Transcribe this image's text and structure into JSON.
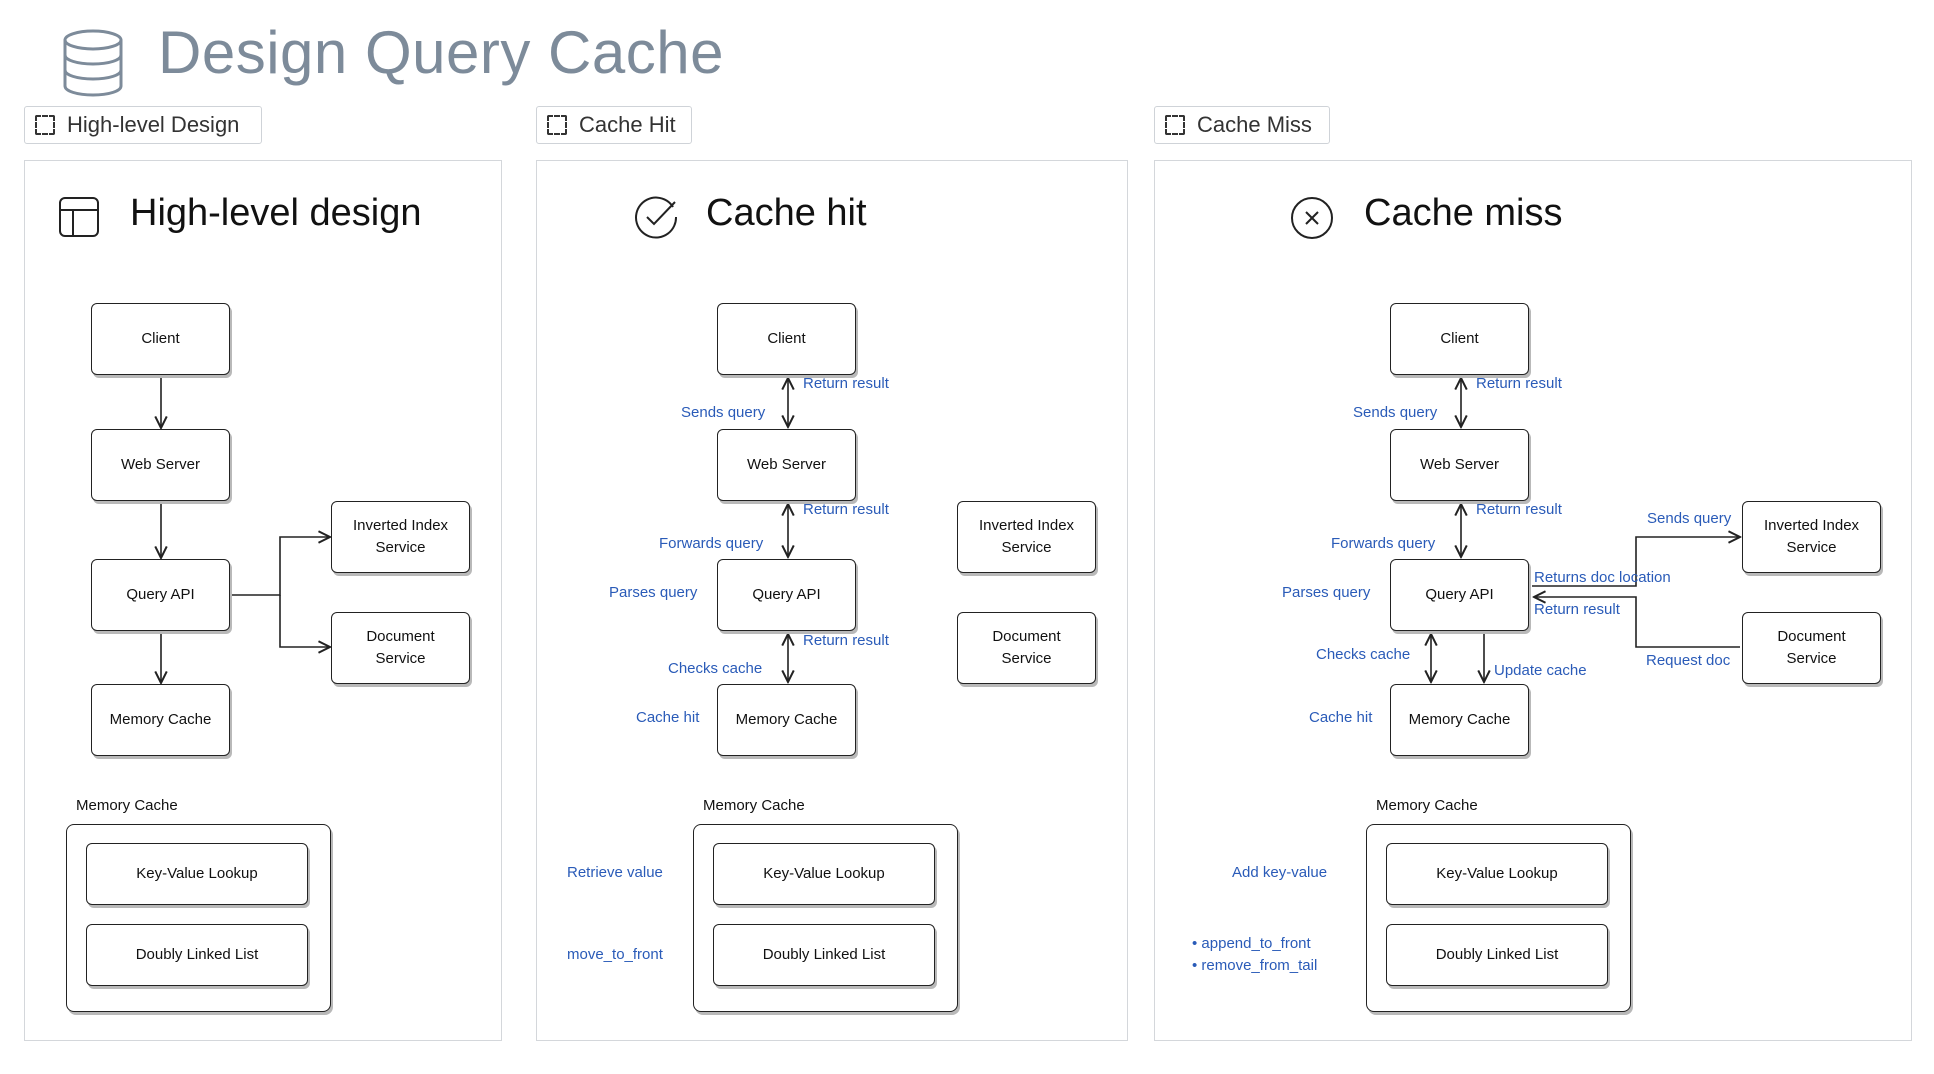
{
  "page": {
    "title": "Design Query Cache",
    "title_icon": "database-icon"
  },
  "frames": [
    {
      "label": "High-level Design"
    },
    {
      "label": "Cache Hit"
    },
    {
      "label": "Cache Miss"
    }
  ],
  "panels": {
    "high_level": {
      "title": "High-level design",
      "icon": "layout-icon",
      "nodes": {
        "client": "Client",
        "web_server": "Web Server",
        "query_api": "Query API",
        "memory_cache": "Memory Cache",
        "inverted_index_line1": "Inverted Index",
        "inverted_index_line2": "Service",
        "document_line1": "Document",
        "document_line2": "Service"
      },
      "memory_cache_section": {
        "label": "Memory Cache",
        "kv": "Key-Value Lookup",
        "dll": "Doubly Linked List"
      }
    },
    "cache_hit": {
      "title": "Cache hit",
      "icon": "check-circle-icon",
      "nodes": {
        "client": "Client",
        "web_server": "Web Server",
        "query_api": "Query API",
        "memory_cache": "Memory Cache",
        "inverted_index_line1": "Inverted Index",
        "inverted_index_line2": "Service",
        "document_line1": "Document",
        "document_line2": "Service"
      },
      "labels": {
        "return_result_1": "Return result",
        "sends_query": "Sends query",
        "return_result_2": "Return result",
        "forwards_query": "Forwards query",
        "parses_query": "Parses query",
        "return_result_3": "Return result",
        "checks_cache": "Checks cache",
        "cache_hit": "Cache hit",
        "retrieve_value": "Retrieve value",
        "move_to_front": "move_to_front"
      },
      "memory_cache_section": {
        "label": "Memory Cache",
        "kv": "Key-Value Lookup",
        "dll": "Doubly Linked List"
      }
    },
    "cache_miss": {
      "title": "Cache miss",
      "icon": "x-circle-icon",
      "nodes": {
        "client": "Client",
        "web_server": "Web Server",
        "query_api": "Query API",
        "memory_cache": "Memory Cache",
        "inverted_index_line1": "Inverted Index",
        "inverted_index_line2": "Service",
        "document_line1": "Document",
        "document_line2": "Service"
      },
      "labels": {
        "return_result_1": "Return result",
        "sends_query_1": "Sends query",
        "return_result_2": "Return result",
        "forwards_query": "Forwards query",
        "sends_query_2": "Sends query",
        "returns_doc_location": "Returns doc location",
        "parses_query": "Parses query",
        "return_result_3": "Return result",
        "checks_cache": "Checks cache",
        "update_cache": "Update cache",
        "request_doc": "Request doc",
        "cache_hit": "Cache hit",
        "add_key_value": "Add key-value",
        "append_to_front": "• append_to_front",
        "remove_from_tail": "• remove_from_tail"
      },
      "memory_cache_section": {
        "label": "Memory Cache",
        "kv": "Key-Value Lookup",
        "dll": "Doubly Linked List"
      }
    }
  },
  "colors": {
    "title": "#7d8b9a",
    "annotation": "#2a5bb8",
    "border": "#222222"
  }
}
